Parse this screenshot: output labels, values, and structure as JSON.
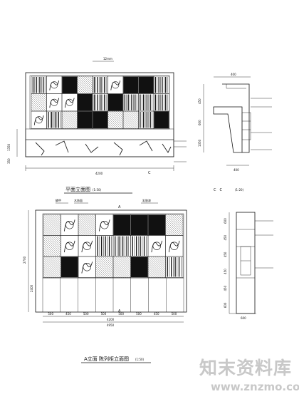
{
  "drawing": {
    "top_elevation": {
      "title": "平面立面图",
      "scale": "(1:50)",
      "dim_total": "4200",
      "dim_height": "1350",
      "dim_base": "350",
      "section_mark": "C",
      "callout_top": "12mm"
    },
    "side_section_top": {
      "dims": [
        "400",
        "450",
        "600",
        "1350"
      ],
      "label": "C　C",
      "scale": "(1:20)"
    },
    "bottom_elevation": {
      "title": "A立面 陈列柜立面图",
      "scale": "(1:50)",
      "dim_height": "2700",
      "dim_mid": "2400",
      "dim_total": "4200",
      "dim_total2": "4950",
      "bay_dims": [
        "500",
        "450",
        "500",
        "500",
        "500",
        "500",
        "450",
        "500"
      ],
      "callouts": [
        "鳞甲",
        "木饰面",
        "乳胶漆"
      ],
      "axis_mark": "A"
    },
    "side_section_bottom": {
      "dims": [
        "600",
        "450",
        "450",
        "450",
        "450",
        "600"
      ],
      "bottom_dim": "600"
    }
  },
  "watermark": {
    "brand": "知末资料库",
    "url": "www.znzmo.com"
  }
}
